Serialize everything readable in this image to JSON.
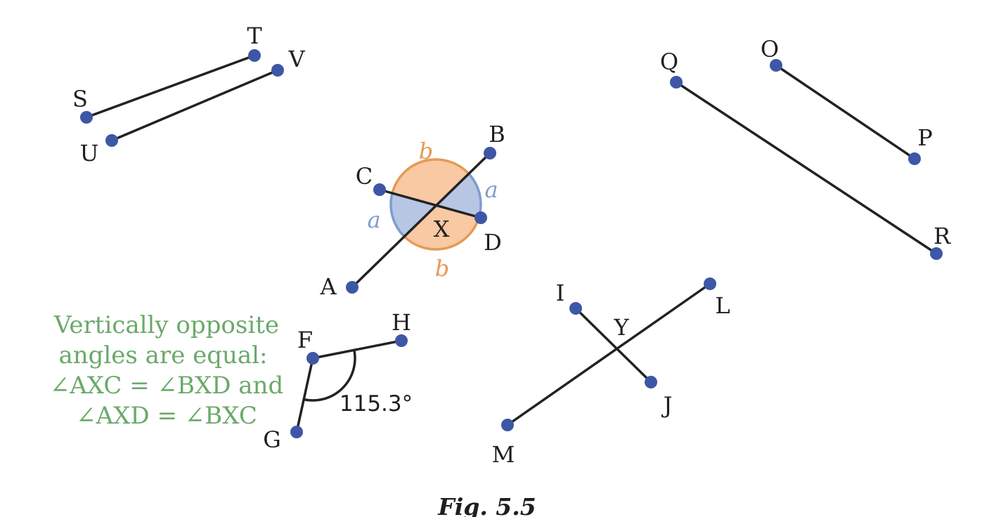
{
  "colors": {
    "line": "#222222",
    "point": "#3d57a6",
    "sector_a_fill": "#b6c6e3",
    "sector_a_stroke": "#7f9cd0",
    "sector_b_fill": "#f8c9a2",
    "sector_b_stroke": "#e59a57",
    "note": "#6aa96a"
  },
  "segments": [
    {
      "id": "ST",
      "from": "S",
      "to": "T"
    },
    {
      "id": "UV",
      "from": "U",
      "to": "V"
    },
    {
      "id": "QR",
      "from": "Q",
      "to": "R"
    },
    {
      "id": "OP",
      "from": "O",
      "to": "P"
    },
    {
      "id": "AB",
      "from": "A",
      "to": "B"
    },
    {
      "id": "CD",
      "from": "C",
      "to": "D"
    },
    {
      "id": "FH",
      "from": "F",
      "to": "H"
    },
    {
      "id": "FG",
      "from": "F",
      "to": "G"
    },
    {
      "id": "IJ",
      "from": "I",
      "to": "J"
    },
    {
      "id": "ML",
      "from": "M",
      "to": "L"
    }
  ],
  "points": [
    "S",
    "T",
    "U",
    "V",
    "Q",
    "R",
    "O",
    "P",
    "A",
    "B",
    "C",
    "D",
    "F",
    "G",
    "H",
    "I",
    "J",
    "L",
    "M"
  ],
  "labels": {
    "S": "S",
    "T": "T",
    "U": "U",
    "V": "V",
    "Q": "Q",
    "R": "R",
    "O": "O",
    "P": "P",
    "A": "A",
    "B": "B",
    "C": "C",
    "D": "D",
    "X": "X",
    "F": "F",
    "G": "G",
    "H": "H",
    "I": "I",
    "J": "J",
    "L": "L",
    "M": "M",
    "Y": "Y"
  },
  "sector_labels": {
    "a_left": "a",
    "a_right": "a",
    "b_top": "b",
    "b_bottom": "b"
  },
  "angle_FGH": {
    "value": "115.3°"
  },
  "note_lines": [
    "Vertically opposite",
    "angles are equal:",
    "∠AXC = ∠BXD and",
    "∠AXD = ∠BXC"
  ],
  "caption": "Fig. 5.5"
}
